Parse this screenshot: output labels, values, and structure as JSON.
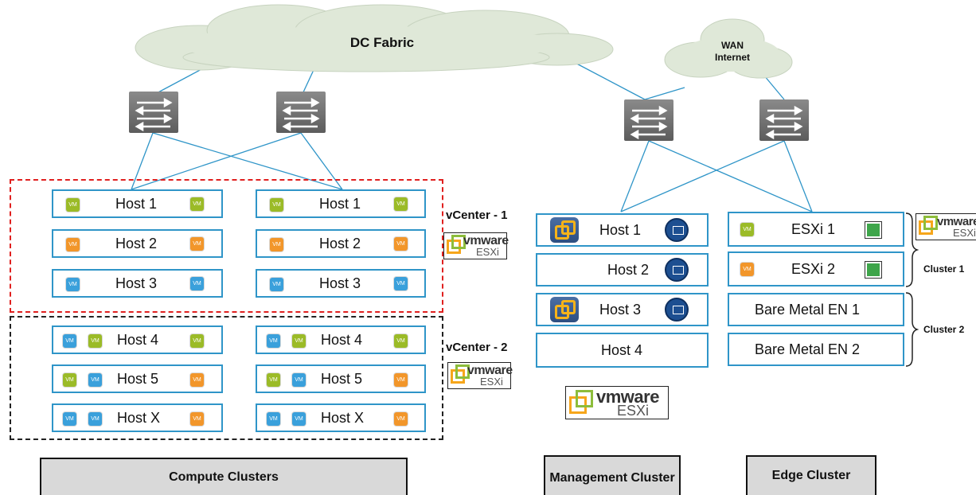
{
  "clouds": {
    "dc_fabric": "DC Fabric",
    "wan_line1": "WAN",
    "wan_line2": "Internet"
  },
  "compute": {
    "vcenter1_label": "vCenter - 1",
    "vcenter2_label": "vCenter - 2",
    "hosts": [
      "Host 1",
      "Host 2",
      "Host 3",
      "Host 4",
      "Host 5",
      "Host X"
    ],
    "vm_text": "VM"
  },
  "management": {
    "hosts": [
      "Host 1",
      "Host 2",
      "Host 3",
      "Host 4"
    ]
  },
  "edge": {
    "nodes": [
      "ESXi 1",
      "ESXi 2",
      "Bare Metal EN 1",
      "Bare Metal EN 2"
    ],
    "cluster1": "Cluster 1",
    "cluster2": "Cluster 2"
  },
  "logo": {
    "brand": "vmware",
    "product": "ESXi"
  },
  "footers": {
    "compute": "Compute Clusters",
    "management": "Management Cluster",
    "edge": "Edge Cluster"
  },
  "colors": {
    "link": "#2f95c8",
    "host_border": "#2f95c8",
    "vcenter1_box": "#e0201f",
    "vcenter2_box": "#222222",
    "vm_green": "#9bbb27",
    "vm_orange": "#f2962a",
    "vm_blue": "#3aa0db",
    "footer_fill": "#d9d9d9"
  }
}
